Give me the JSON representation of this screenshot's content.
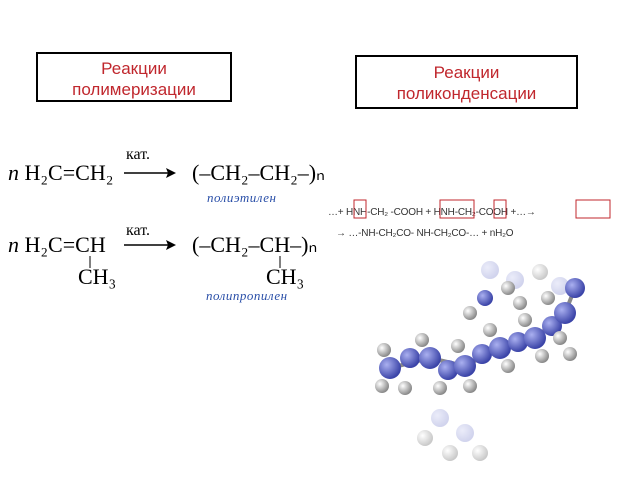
{
  "boxes": {
    "polymerization": {
      "line1": "Реакции",
      "line2": "полимеризации"
    },
    "polycondensation": {
      "line1": "Реакции",
      "line2": "поликонденсации"
    }
  },
  "reaction1": {
    "n": "n",
    "reactant": "H₂C=CH₂",
    "catalyst": "кат.",
    "product": "(–CH₂–CH₂–)ₙ",
    "name": "полиэтилен"
  },
  "reaction2": {
    "n": "n",
    "reactant": "H₂C=CH",
    "substituent": "CH₃",
    "catalyst": "кат.",
    "product": "(–CH₂–CH–)ₙ",
    "product_substituent": "CH₃",
    "name": "полипропилен"
  },
  "condensation": {
    "line1": "…+ HNH-CH₂ -COOH + HNH-CH₂-COOH +…→",
    "line2": "→ …-NH-CH₂CO- NH-CH₂CO-… + nH₂O"
  },
  "colors": {
    "box_text": "#c0272d",
    "caption": "#2a4fa8",
    "atom_blue": "#5a63c9",
    "atom_grey": "#c8c8c8"
  }
}
